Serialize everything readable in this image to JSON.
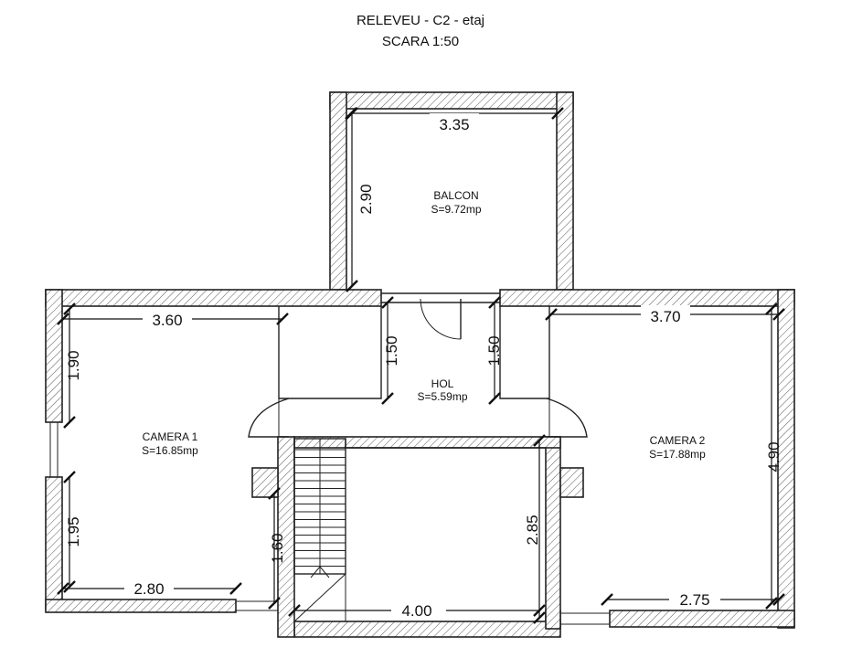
{
  "title": {
    "line1": "RELEVEU - C2 - etaj",
    "line2": "SCARA 1:50"
  },
  "rooms": {
    "balcon": {
      "name": "BALCON",
      "area": "S=9.72mp"
    },
    "hol": {
      "name": "HOL",
      "area": "S=5.59mp"
    },
    "camera1": {
      "name": "CAMERA 1",
      "area": "S=16.85mp"
    },
    "camera2": {
      "name": "CAMERA 2",
      "area": "S=17.88mp"
    }
  },
  "dimensions": {
    "balcon_width": "3.35",
    "balcon_depth": "2.90",
    "camera1_top": "3.60",
    "camera1_left_upper": "1.90",
    "camera1_left_lower": "1.95",
    "camera1_bottom": "2.80",
    "camera1_step": "1.60",
    "hol_left": "1.50",
    "hol_right": "1.50",
    "camera2_top": "3.70",
    "camera2_right": "4.90",
    "camera2_bottom": "2.75",
    "stair_bottom": "4.00",
    "stair_right": "2.85"
  }
}
